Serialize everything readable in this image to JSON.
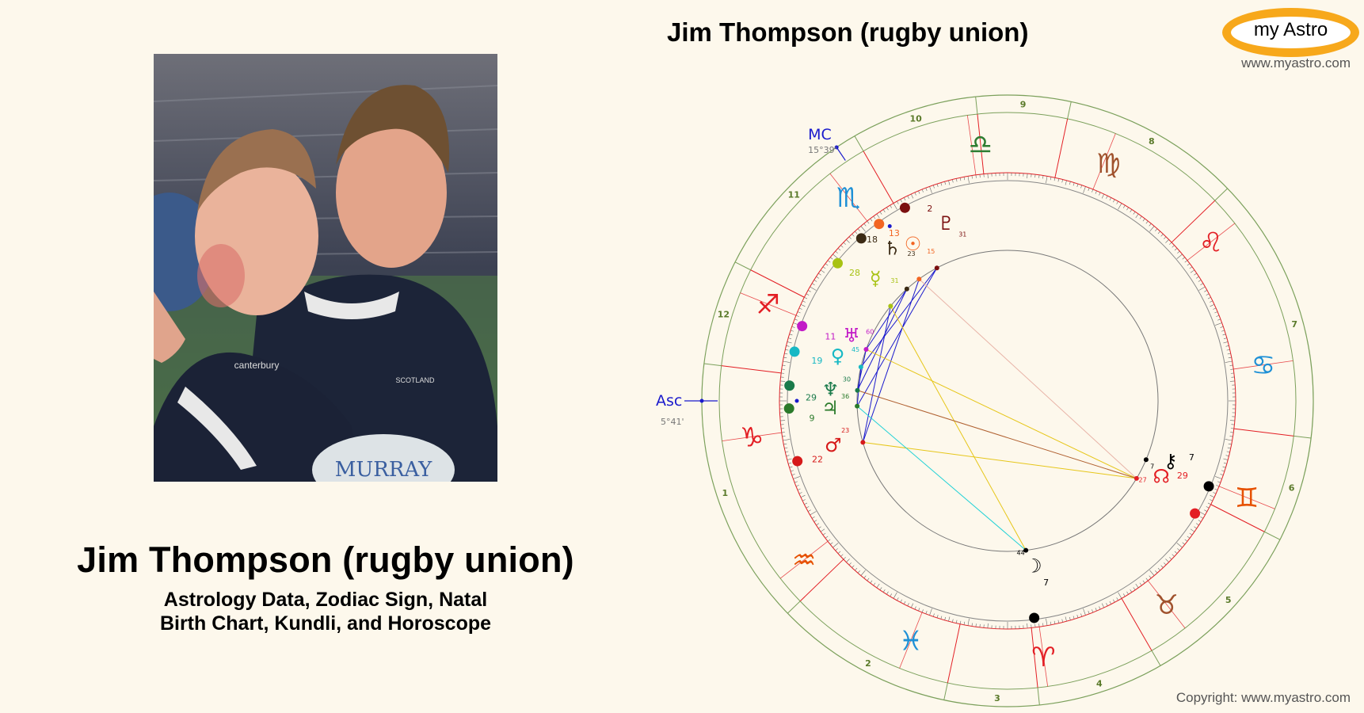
{
  "left": {
    "title": "Jim Thompson (rugby union)",
    "subtitle_line1": "Astrology Data, Zodiac Sign, Natal",
    "subtitle_line2": "Birth Chart, Kundli, and Horoscope",
    "photo_text": {
      "jersey_brand": "canterbury",
      "sponsor": "MURRAY",
      "crest": "SCOTLAND"
    }
  },
  "header": {
    "chart_title": "Jim Thompson (rugby union)",
    "logo_text": "my Astro",
    "site_url": "www.myastro.com"
  },
  "footer": {
    "copyright": "Copyright: www.myastro.com"
  },
  "chart_data": {
    "type": "natal-wheel",
    "angles": {
      "mc_label": "MC",
      "mc_degree": "15°39'",
      "asc_label": "Asc",
      "asc_degree": "5°41'"
    },
    "house_numbers": [
      "1",
      "2",
      "3",
      "4",
      "5",
      "6",
      "7",
      "8",
      "9",
      "10",
      "11",
      "12"
    ],
    "signs": [
      {
        "name": "libra",
        "glyph": "♎",
        "color": "#2e7d32"
      },
      {
        "name": "virgo",
        "glyph": "♍",
        "color": "#a0522d"
      },
      {
        "name": "leo",
        "glyph": "♌",
        "color": "#e31e24"
      },
      {
        "name": "cancer",
        "glyph": "♋",
        "color": "#1e90d6"
      },
      {
        "name": "gemini",
        "glyph": "♊",
        "color": "#e65100"
      },
      {
        "name": "taurus",
        "glyph": "♉",
        "color": "#a0522d"
      },
      {
        "name": "aries",
        "glyph": "♈",
        "color": "#e31e24"
      },
      {
        "name": "pisces",
        "glyph": "♓",
        "color": "#1e90d6"
      },
      {
        "name": "aquarius",
        "glyph": "♒",
        "color": "#e65100"
      },
      {
        "name": "capricorn",
        "glyph": "♑",
        "color": "#e31e24"
      },
      {
        "name": "sagittarius",
        "glyph": "♐",
        "color": "#e31e24"
      },
      {
        "name": "scorpio",
        "glyph": "♏",
        "color": "#1e90d6"
      }
    ],
    "planets": [
      {
        "name": "pluto",
        "glyph": "♇",
        "deg": "2",
        "min": "31",
        "color": "#7b0f0f"
      },
      {
        "name": "sun",
        "glyph": "☉",
        "deg": "13",
        "min": "15",
        "color": "#f26522"
      },
      {
        "name": "saturn",
        "glyph": "♄",
        "deg": "18",
        "min": "23",
        "color": "#3b2a14"
      },
      {
        "name": "mercury",
        "glyph": "☿",
        "deg": "28",
        "min": "31",
        "color": "#a8c214"
      },
      {
        "name": "uranus",
        "glyph": "♅",
        "deg": "11",
        "min": "60",
        "color": "#c21bc7"
      },
      {
        "name": "venus",
        "glyph": "♀",
        "deg": "19",
        "min": "45",
        "color": "#17b8c4"
      },
      {
        "name": "neptune",
        "glyph": "♆",
        "deg": "29",
        "min": "30",
        "color": "#1a7a4a"
      },
      {
        "name": "jupiter",
        "glyph": "♃",
        "deg": "9",
        "min": "36",
        "color": "#2a7a2a"
      },
      {
        "name": "mars",
        "glyph": "♂",
        "deg": "22",
        "min": "23",
        "color": "#d61a1a"
      },
      {
        "name": "chiron",
        "glyph": "⚷",
        "deg": "7",
        "min": "7",
        "color": "#000000"
      },
      {
        "name": "north-node",
        "glyph": "☊",
        "deg": "29",
        "min": "27",
        "color": "#e31e24"
      },
      {
        "name": "moon",
        "glyph": "☽",
        "deg": "7",
        "min": "44",
        "color": "#000000"
      }
    ],
    "aspect_colors": {
      "conjunction": "#1a1acc",
      "trine": "#e6c619",
      "square": "#1ed1d6",
      "opposition": "#e8b4a8",
      "quincunx": "#b06030"
    }
  }
}
